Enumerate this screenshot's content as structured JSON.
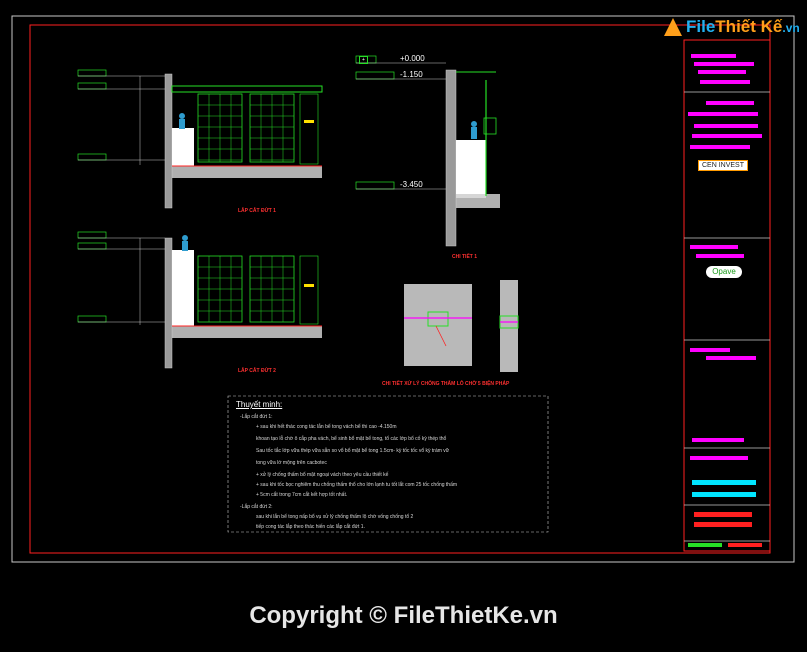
{
  "watermark": "Copyright © FileThietKe.vn",
  "logo": {
    "brand_part1": "File",
    "brand_part2": "Thiết Kế",
    "brand_domain": ".vn"
  },
  "title_block": {
    "company": "CEN INVEST",
    "partner": "Opave"
  },
  "section_titles": {
    "section1": "LẮP CẮT ĐỨT 1",
    "section2": "LẮP CẮT ĐỨT 2",
    "detail1": "CHI TIẾT 1",
    "detail_waterproof": "CHI TIẾT XỬ LÝ CHỐNG THẤM LỖ CHỜ 5 BIỆN PHÁP"
  },
  "levels": {
    "top": "+0.000",
    "mid": "-1.150",
    "bottom": "-3.450"
  },
  "notes": {
    "title": "Thuyết minh:",
    "lines": [
      "-Lắp cắt đứt 1:",
      "+ sau khi hết thác cong tác lắn bể tong vách bể thi cao -4.150m",
      "khoan tạo lỗ chờ ô cắp pha vách, bể sinh bổ mặt bể tong, tổ các lớp bổ cố kỳ thép thổ",
      "Sau tốc tắc lớp vữa thép vữa sẵn so vổ bổ mặt bể tong 1.5cm- kỳ tốc tốc vổ kỳ trám vữ",
      "tong vữa lớ mộng trên cacbotec",
      "+ xử lý chống thấm bổ mặt ngoại vách theo yêu cầu thiết kế",
      "+ sau khi tốc bọc nghiêm thu chống thấm thổ cho lớn lạnh tu tốt lắt com 25 tốc chống thấm",
      "+ 5cm cắt trong 7cm cắt kết hợp tốt nhất.",
      "-Lắp cắt đứt 2:",
      "sau khi lắn bể tong nấp bổ vụ xử lý chống thấm lộ chờ vống chống tổ 2",
      "tiếp cong tác lắp theo thác hiến các lắp cắt đứt 1."
    ]
  },
  "colors": {
    "border_red": "#ff2020",
    "frame_white": "#c8c8c8",
    "green": "#26e026",
    "magenta": "#ff00ff",
    "cyan": "#00e5ff",
    "red": "#ff2020",
    "yellow": "#ffe000",
    "blue_line": "#1e50ff",
    "gray_wall": "#9a9a9a"
  }
}
